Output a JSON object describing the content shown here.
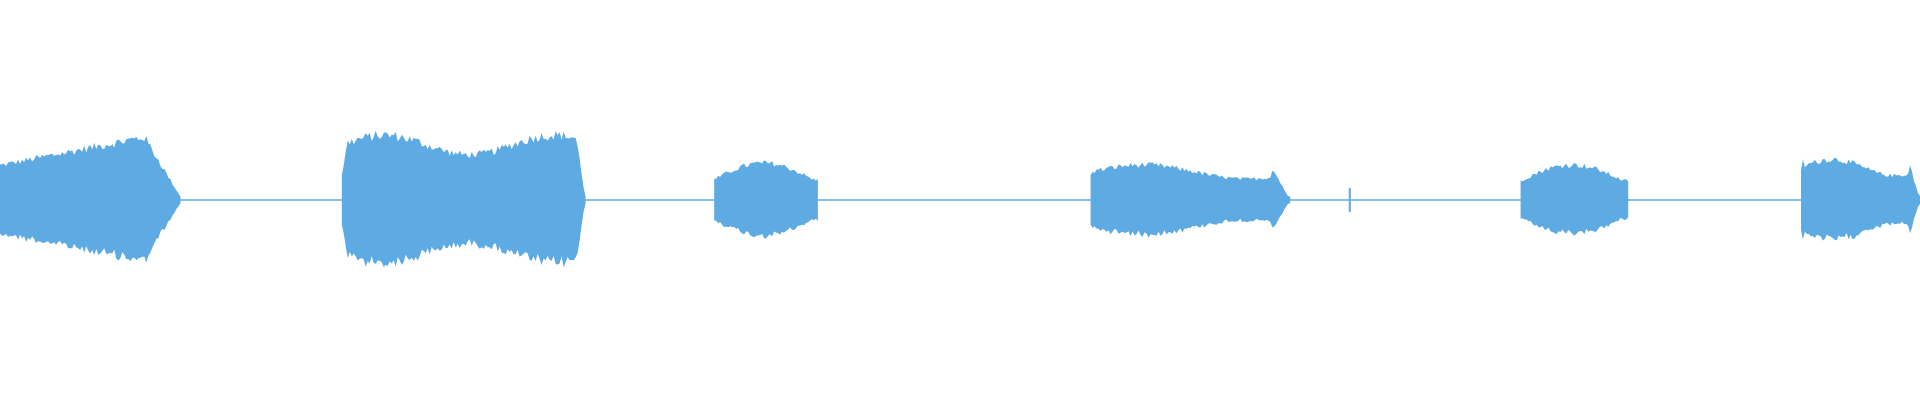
{
  "waveform": {
    "color": "#5dabe2",
    "segments": [
      {
        "start": 0.0,
        "end": 0.094,
        "shape": "swell",
        "level": 0.34
      },
      {
        "start": 0.178,
        "end": 0.305,
        "shape": "block",
        "level": 0.35
      },
      {
        "start": 0.372,
        "end": 0.426,
        "shape": "mound",
        "level": 0.2
      },
      {
        "start": 0.568,
        "end": 0.672,
        "shape": "plateau",
        "level": 0.19
      },
      {
        "start": 0.792,
        "end": 0.848,
        "shape": "mound",
        "level": 0.19
      },
      {
        "start": 0.938,
        "end": 1.0,
        "shape": "plateau",
        "level": 0.22
      }
    ],
    "spikes": [
      {
        "at": 0.703,
        "level": 0.06
      }
    ]
  }
}
